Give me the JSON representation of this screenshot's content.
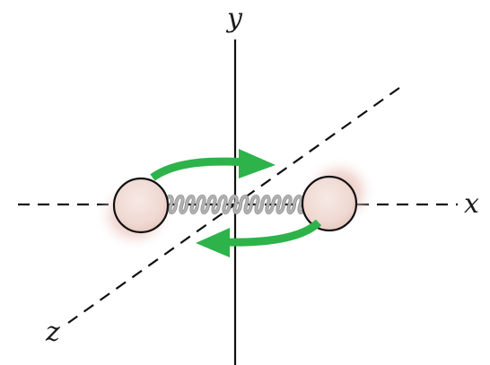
{
  "axes": {
    "x_label": "x",
    "y_label": "y",
    "z_label": "z"
  },
  "colors": {
    "axis": "#111111",
    "rotation_arrow": "#2db34a",
    "sphere_fill": "#f0d9d3",
    "sphere_glow": "#e7b7ad",
    "spring": "#b3b3b3"
  }
}
